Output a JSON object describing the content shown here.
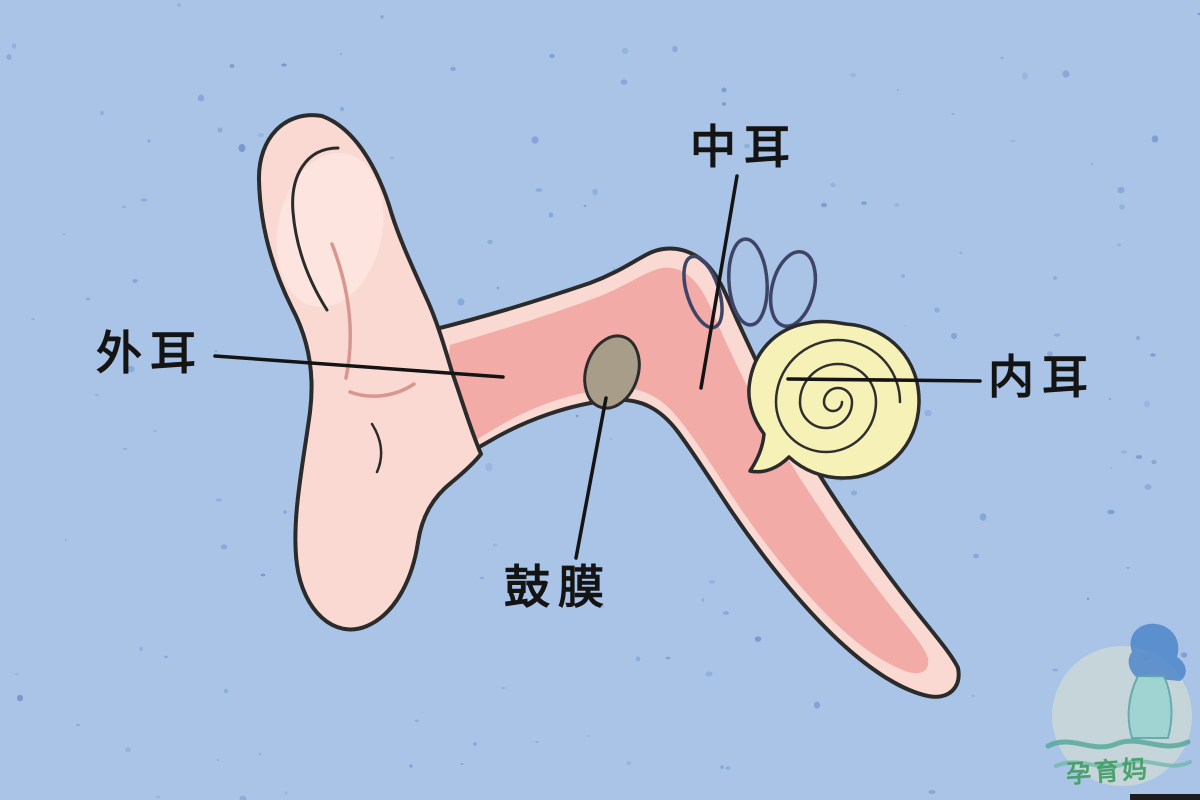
{
  "diagram": {
    "subject": "ear-anatomy-illustration",
    "labels": [
      {
        "id": "outer-ear",
        "text": "外耳"
      },
      {
        "id": "middle-ear",
        "text": "中耳"
      },
      {
        "id": "inner-ear",
        "text": "内耳"
      },
      {
        "id": "eardrum",
        "text": "鼓膜"
      }
    ],
    "colors": {
      "background": "#a9c4e6",
      "speckle": "#7b9cd2",
      "skin_light": "#fbd9d3",
      "skin_inner": "#f2aba6",
      "skin_highlight": "#fde7e2",
      "eardrum": "#a79d89",
      "cochlea": "#f6f1b6",
      "semicircular_canals": "#3d4466",
      "outline": "#2b2b2b",
      "label_text": "#141414"
    }
  },
  "watermark": {
    "text": "孕育妈"
  }
}
